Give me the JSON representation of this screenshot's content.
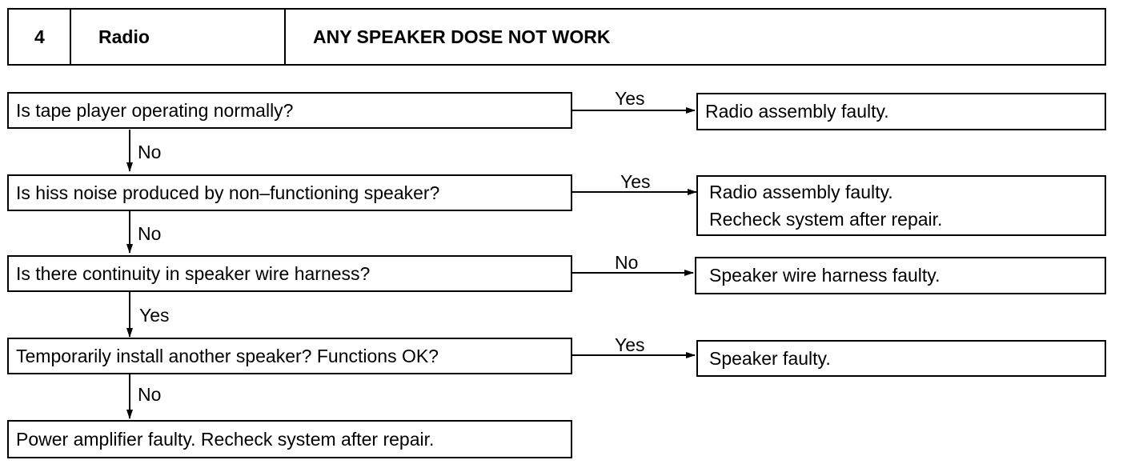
{
  "header": {
    "number": "4",
    "system": "Radio",
    "title": "ANY SPEAKER DOSE NOT WORK"
  },
  "steps": [
    {
      "question": "Is tape player operating normally?",
      "side_label": "Yes",
      "side_result": [
        "Radio assembly faulty."
      ],
      "down_label": "No"
    },
    {
      "question": "Is hiss noise produced by non–functioning speaker?",
      "side_label": "Yes",
      "side_result": [
        "Radio assembly faulty.",
        "Recheck system after repair."
      ],
      "down_label": "No"
    },
    {
      "question": "Is there continuity in speaker wire harness?",
      "side_label": "No",
      "side_result": [
        "Speaker wire harness faulty."
      ],
      "down_label": "Yes"
    },
    {
      "question": "Temporarily install another speaker? Functions OK?",
      "side_label": "Yes",
      "side_result": [
        "Speaker faulty."
      ],
      "down_label": "No"
    }
  ],
  "final": "Power amplifier faulty. Recheck system after repair."
}
